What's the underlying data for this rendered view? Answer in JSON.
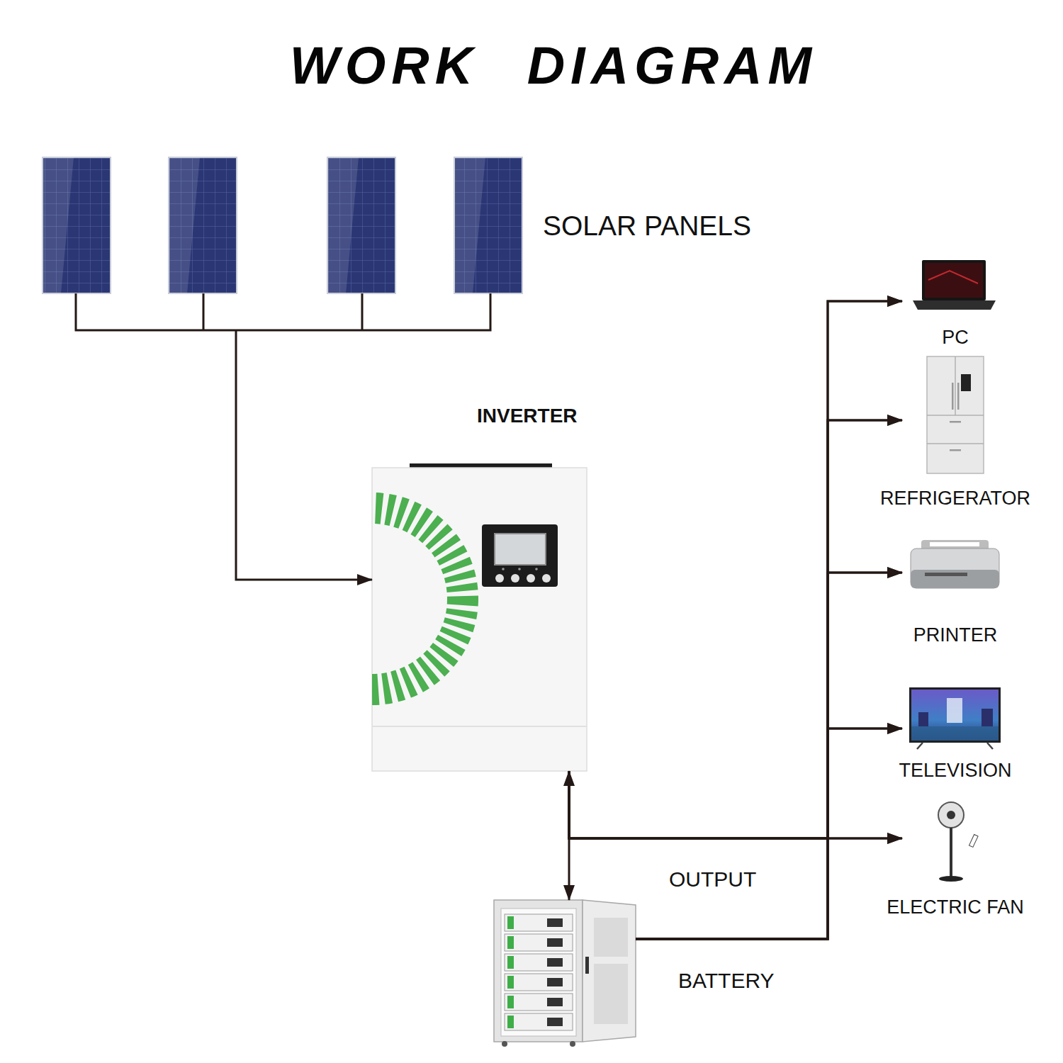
{
  "diagram": {
    "title": "WORK DIAGRAM",
    "nodes": [
      {
        "text": [
          "SOLAR PANELS"
        ]
      },
      {
        "text": [
          "INVERTER"
        ]
      },
      {
        "text": [
          "BATTERY"
        ]
      },
      {
        "text": [
          "PC"
        ]
      },
      {
        "text": [
          "REFRIGERATOR"
        ]
      },
      {
        "text": [
          "PRINTER"
        ]
      },
      {
        "text": [
          "TELEVISION"
        ]
      },
      {
        "text": [
          "ELECTRIC FAN"
        ]
      }
    ],
    "edges": [
      {
        "from": 0,
        "to": 1,
        "arrow": "to"
      },
      {
        "from": 1,
        "to": 2,
        "arrow": "both"
      },
      {
        "from": 1,
        "to": 3,
        "arrow": "to"
      },
      {
        "from": 1,
        "to": 4,
        "arrow": "to"
      },
      {
        "from": 1,
        "to": 5,
        "arrow": "to"
      },
      {
        "from": 1,
        "to": 6,
        "arrow": "to"
      },
      {
        "from": 1,
        "to": 7,
        "arrow": "to"
      },
      {
        "from": 2,
        "to": 3,
        "arrow": "to"
      },
      {
        "from": 2,
        "to": 4,
        "arrow": "to"
      },
      {
        "from": 2,
        "to": 5,
        "arrow": "to"
      },
      {
        "from": 2,
        "to": 6,
        "arrow": "to"
      },
      {
        "from": 2,
        "to": 7,
        "arrow": "to"
      }
    ],
    "labels": [
      "OUTPUT"
    ]
  }
}
